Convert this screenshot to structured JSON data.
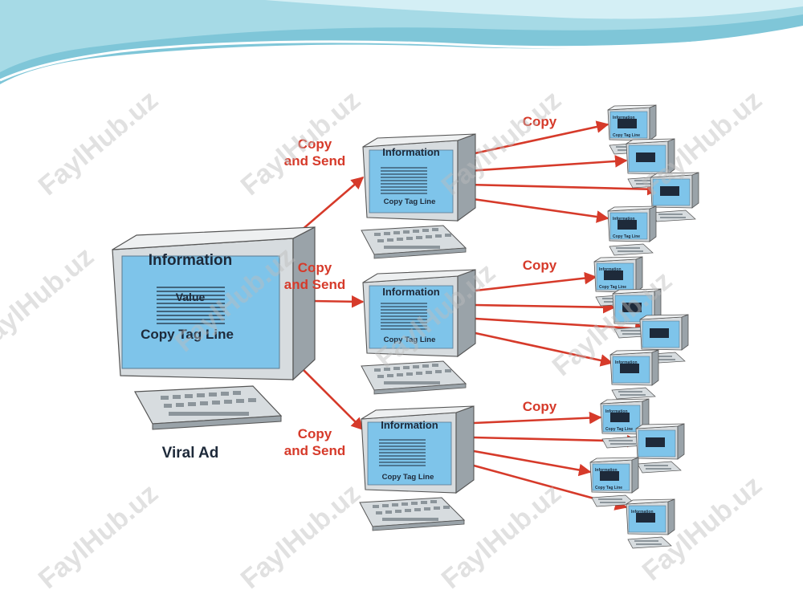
{
  "watermark": "FaylHub.uz",
  "diagram": {
    "caption": "Viral Ad",
    "main_computer": {
      "heading": "Information",
      "value": "Value",
      "tagline": "Copy Tag Line"
    },
    "mid_computer": {
      "heading": "Information",
      "tagline": "Copy Tag Line"
    },
    "small_computer": {
      "heading": "Information",
      "tagline": "Copy Tag Line"
    },
    "edge_labels": {
      "copy_and_send_line1": "Copy",
      "copy_and_send_line2": "and Send",
      "copy": "Copy"
    },
    "colors": {
      "arrow": "#d63a2a",
      "screen": "#7ec4ea",
      "bezel": "#c9ced2",
      "header_band": "#7fc6d8"
    }
  }
}
